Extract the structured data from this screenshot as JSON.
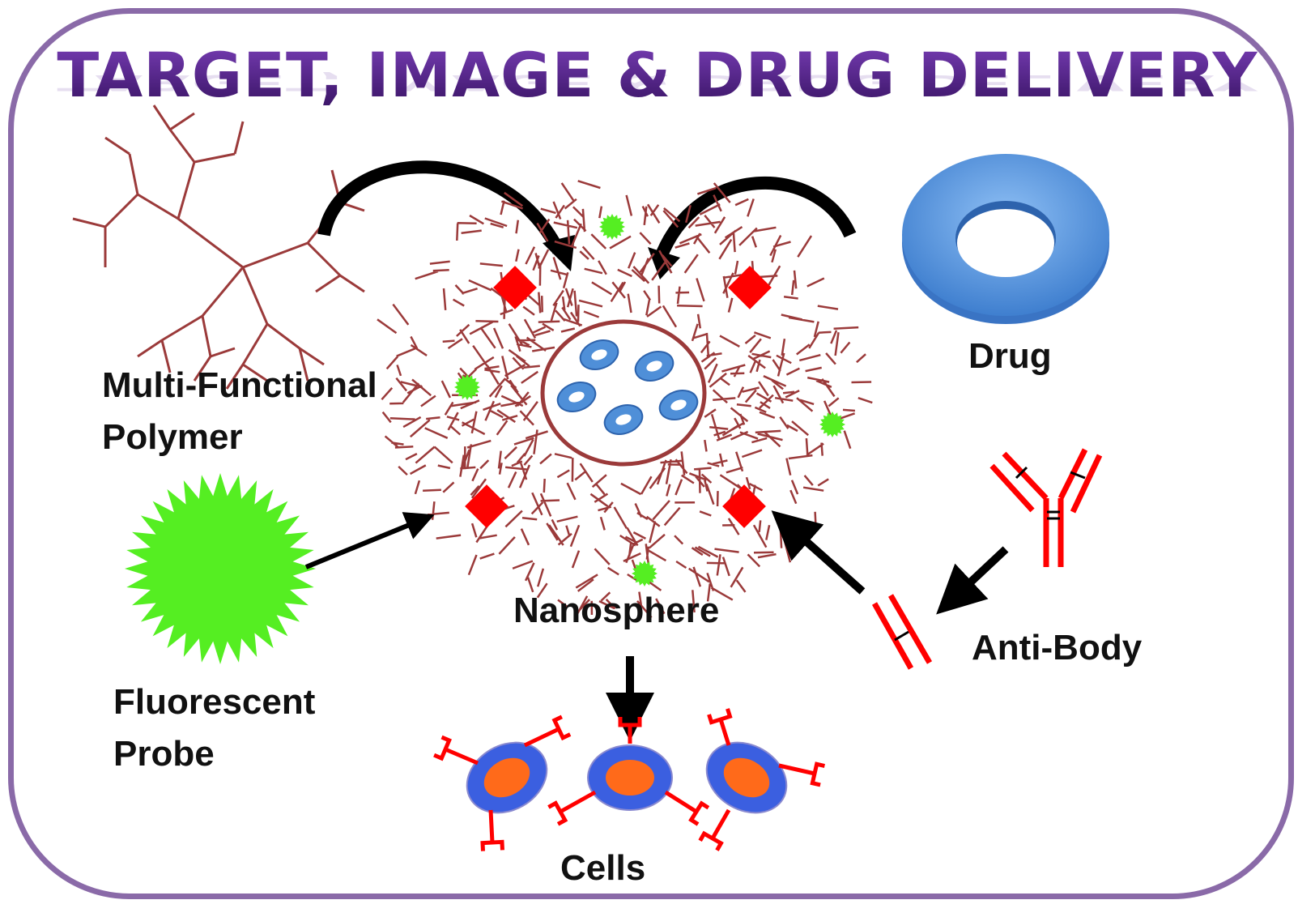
{
  "title": "TARGET, IMAGE & DRUG DELIVERY",
  "labels": {
    "polymer_line1": "Multi-Functional",
    "polymer_line2": "Polymer",
    "drug": "Drug",
    "nanosphere": "Nanosphere",
    "probe_line1": "Fluorescent",
    "probe_line2": "Probe",
    "antibody": "Anti-Body",
    "cells": "Cells"
  },
  "colors": {
    "frame": "#8a6aa8",
    "title": "#5b2d8e",
    "polymer": "#9b3a3a",
    "drug": "#5b9ae0",
    "probe": "#55ee22",
    "marker": "#ff0000",
    "cell_membrane": "#3b5fe0",
    "cell_nucleus": "#ff6a1a",
    "arrow": "#000000"
  }
}
